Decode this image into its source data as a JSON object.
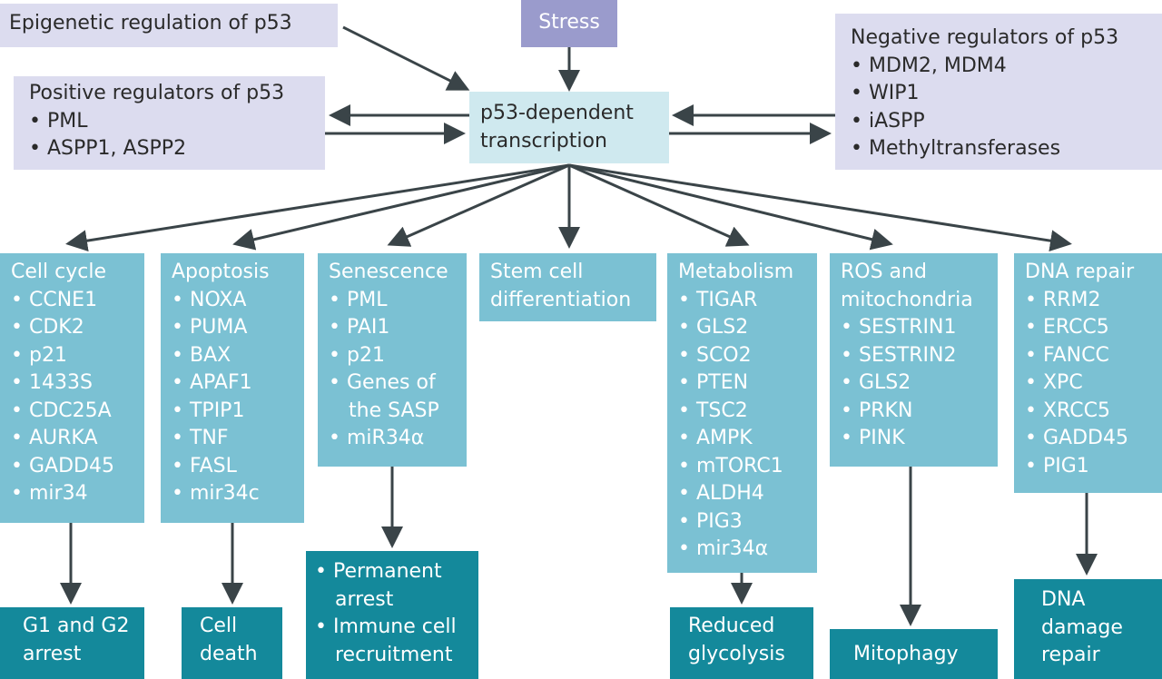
{
  "top": {
    "epigenetic": "Epigenetic regulation of p53",
    "stress": "Stress",
    "center": [
      "p53-dependent",
      "transcription"
    ],
    "positive": {
      "title": "Positive regulators of p53",
      "items": [
        "PML",
        "ASPP1, ASPP2"
      ]
    },
    "negative": {
      "title": "Negative regulators of p53",
      "items": [
        "MDM2, MDM4",
        "WIP1",
        "iASPP",
        "Methyltransferases"
      ]
    }
  },
  "categories": [
    {
      "title": "Cell cycle",
      "items": [
        "CCNE1",
        "CDK2",
        "p21",
        "1433S",
        "CDC25A",
        "AURKA",
        "GADD45",
        "mir34"
      ]
    },
    {
      "title": "Apoptosis",
      "items": [
        "NOXA",
        "PUMA",
        "BAX",
        "APAF1",
        "TPIP1",
        "TNF",
        "FASL",
        "mir34c"
      ]
    },
    {
      "title": "Senescence",
      "items": [
        "PML",
        "PAI1",
        "p21",
        "Genes of the SASP",
        "miR34α"
      ]
    },
    {
      "title": "Stem cell differentiation",
      "items": []
    },
    {
      "title": "Metabolism",
      "items": [
        "TIGAR",
        "GLS2",
        "SCO2",
        "PTEN",
        "TSC2",
        "AMPK",
        "mTORC1",
        "ALDH4",
        "PIG3",
        "mir34α"
      ]
    },
    {
      "title": "ROS and mitochondria",
      "items": [
        "SESTRIN1",
        "SESTRIN2",
        "GLS2",
        "PRKN",
        "PINK"
      ]
    },
    {
      "title": "DNA repair",
      "items": [
        "RRM2",
        "ERCC5",
        "FANCC",
        "XPC",
        "XRCC5",
        "GADD45",
        "PIG1"
      ]
    }
  ],
  "outcomes": {
    "cell_cycle": "G1 and G2 arrest",
    "apoptosis": "Cell death",
    "senescence": [
      "Permanent arrest",
      "Immune cell recruitment"
    ],
    "metabolism": "Reduced glycolysis",
    "ros": "Mitophagy",
    "dna": "DNA damage repair"
  },
  "colors": {
    "regulator_box": "#dcdcef",
    "stress_box": "#9a9bcc",
    "center_box": "#cfe9ef",
    "category_box": "#7bc1d3",
    "outcome_box": "#14899b",
    "arrow": "#3a4448"
  }
}
